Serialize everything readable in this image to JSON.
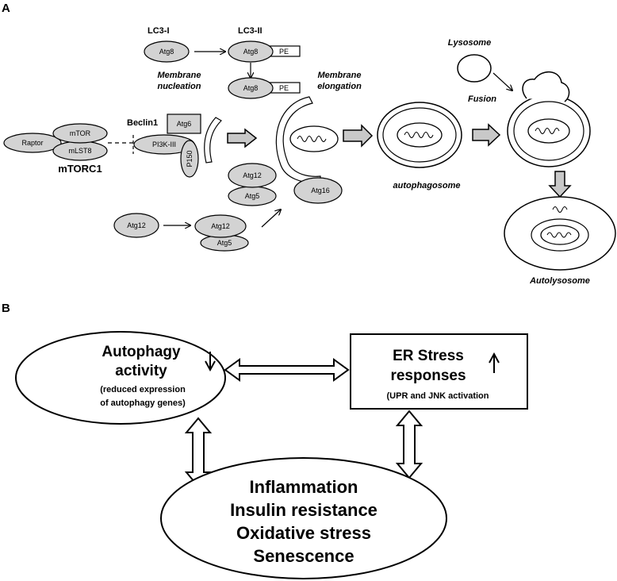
{
  "panel_a": {
    "label": "A",
    "lc3_i": "LC3-I",
    "lc3_ii": "LC3-II",
    "atg8": "Atg8",
    "pe": "PE",
    "membrane_nucleation_1": "Membrane",
    "membrane_nucleation_2": "nucleation",
    "membrane_elongation_1": "Membrane",
    "membrane_elongation_2": "elongation",
    "lysosome": "Lysosome",
    "fusion": "Fusion",
    "raptor": "Raptor",
    "mtor": "mTOR",
    "mlst8": "mLST8",
    "mtorc1": "mTORC1",
    "beclin1": "Beclin1",
    "atg6": "Atg6",
    "pi3k": "PI3K-III",
    "p150": "P150",
    "atg12": "Atg12",
    "atg5": "Atg5",
    "atg16": "Atg16",
    "autophagosome": "autophagosome",
    "autolysosome": "Autolysosome"
  },
  "panel_b": {
    "label": "B",
    "autophagy_1": "Autophagy",
    "autophagy_2": "activity",
    "autophagy_3": "(reduced expression",
    "autophagy_4": "of autophagy genes)",
    "er_1": "ER Stress",
    "er_2": "responses",
    "er_3": "(UPR and JNK activation",
    "inflammation": "Inflammation",
    "insulin": "Insulin resistance",
    "oxidative": "Oxidative stress",
    "senescence": "Senescence"
  }
}
